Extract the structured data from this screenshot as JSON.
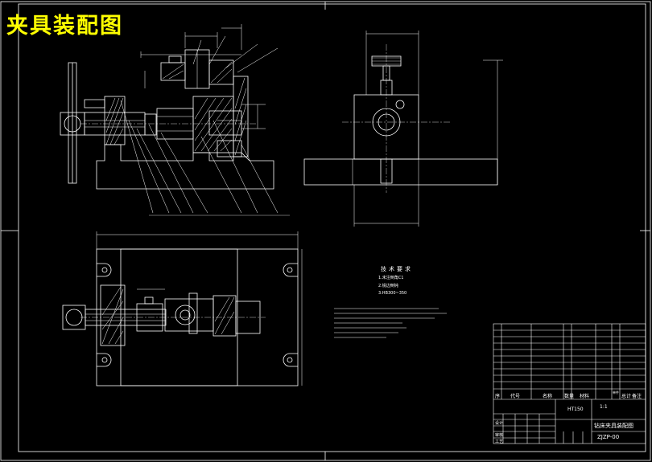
{
  "title": "夹具装配图",
  "tech_requirements": {
    "heading": "技术要求",
    "items": [
      "1.未注倒角C1",
      "2.锐边倒钝",
      "3.HB300~350"
    ]
  },
  "title_block": {
    "headers": {
      "seq": "序",
      "code": "代号",
      "name": "名称",
      "qty": "数量",
      "material": "材料",
      "single": "单件",
      "total": "总计",
      "note": "备注"
    },
    "material_cell": "HT150",
    "scale_cell": "1:1",
    "drawing_name": "钻床夹具装配图",
    "drawing_number": "ZJZP-00",
    "design_row": "设计",
    "check_row": "审核",
    "process_row": "工艺"
  },
  "colors": {
    "line": "#ffffff",
    "title": "#ffff00",
    "frame": "#ffffff"
  }
}
